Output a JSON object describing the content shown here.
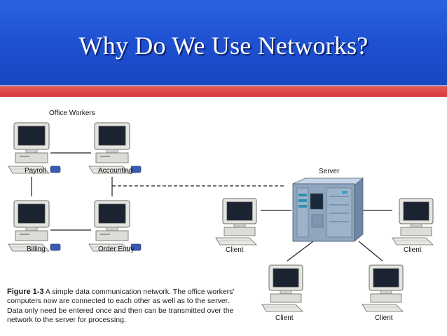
{
  "slide": {
    "title": "Why Do We Use Networks?"
  },
  "diagram": {
    "group_label": "Office Workers",
    "nodes": {
      "payroll": "Payroll",
      "accounting": "Accounting",
      "billing": "Billing",
      "order_entry": "Order Entry",
      "server": "Server",
      "client_left": "Client",
      "client_right": "Client",
      "client_bottom_left": "Client",
      "client_bottom_right": "Client"
    }
  },
  "caption": {
    "figure": "Figure 1-3",
    "text": " A simple data communication network. The office workers' computers now are connected to each other as well as to the server. Data only need be entered once and then can be transmitted over the network to the server for processing."
  }
}
